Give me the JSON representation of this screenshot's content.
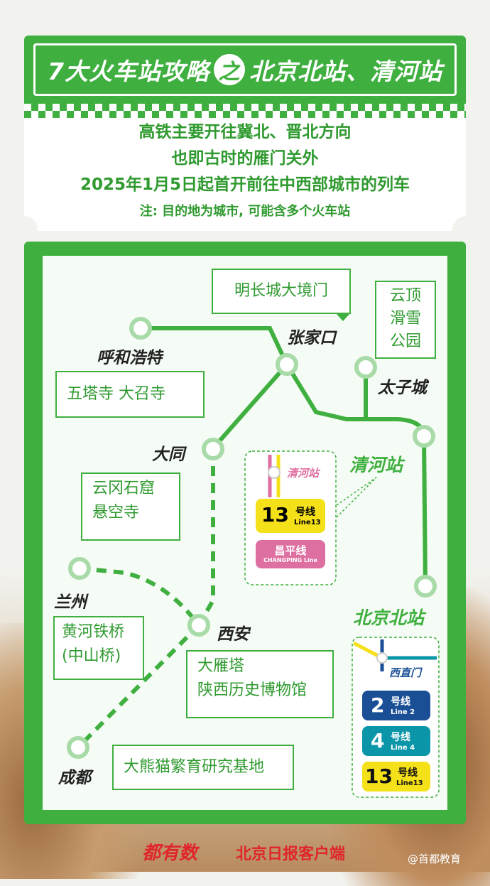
{
  "header": {
    "title_left": "7大火车站攻略",
    "title_mark": "之",
    "title_right": "北京北站、清河站",
    "lines": [
      "高铁主要开往冀北、晋北方向",
      "也即古时的雁门关外",
      "2025年1月5日起首开前往中西部城市的列车"
    ],
    "note": "注: 目的地为城市, 可能含多个火车站"
  },
  "stations": {
    "huhehaote": "呼和浩特",
    "zhangjiakou": "张家口",
    "taizicheng": "太子城",
    "datong": "大同",
    "qinghe": "清河站",
    "beijingbei": "北京北站",
    "lanzhou": "兰州",
    "xian": "西安",
    "chengdu": "成都"
  },
  "attractions": {
    "mingchangcheng": "明长城大境门",
    "yunding": [
      "云顶",
      "滑雪",
      "公园"
    ],
    "huhehaote": "五塔寺 大召寺",
    "datong": [
      "云冈石窟",
      "悬空寺"
    ],
    "lanzhou": [
      "黄河铁桥",
      "(中山桥)"
    ],
    "xian": [
      "大雁塔",
      "陕西历史博物馆"
    ],
    "chengdu": "大熊猫繁育研究基地"
  },
  "qinghe_lines": {
    "station_tag": "清河站",
    "line13": {
      "num": "13",
      "cn": "号线",
      "en": "Line13"
    },
    "changping": {
      "cn": "昌平线",
      "en": "CHANGPING Line"
    }
  },
  "beijingbei_lines": {
    "station_tag": "西直门",
    "line2": {
      "num": "2",
      "cn": "号线",
      "en": "Line 2"
    },
    "line4": {
      "num": "4",
      "cn": "号线",
      "en": "Line 4"
    },
    "line13": {
      "num": "13",
      "cn": "号线",
      "en": "Line13"
    }
  },
  "footer": {
    "logo1": "都有数",
    "logo2": "北京日报客户端",
    "watermark": "@首都教育"
  },
  "colors": {
    "green": "#3fb03f",
    "line13_yellow": "#f5e11a",
    "changping_pink": "#de6fa1",
    "line2_blue": "#1a4f95",
    "line4_teal": "#0a95a8"
  }
}
